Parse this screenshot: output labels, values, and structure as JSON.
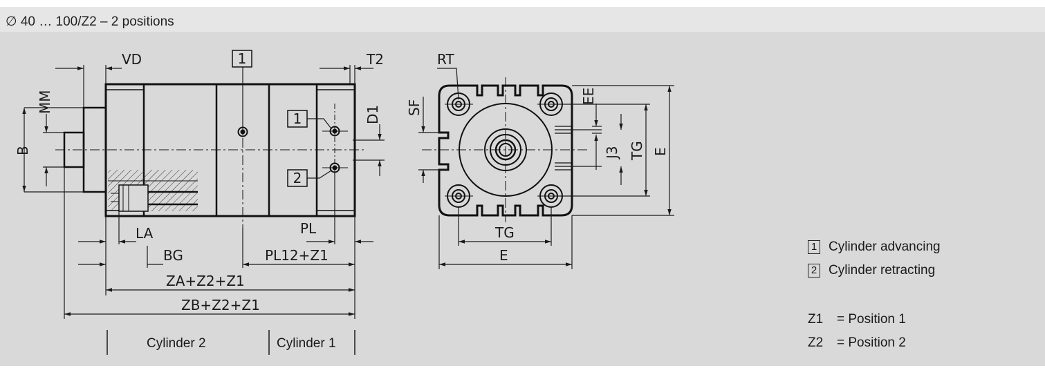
{
  "header": {
    "title": "∅ 40 … 100/Z2 – 2 positions"
  },
  "dimensions": {
    "vd": "VD",
    "mm": "MM",
    "b": "B",
    "t2": "T2",
    "d1": "D1",
    "la": "LA",
    "bg": "BG",
    "pl": "PL",
    "pl12": "PL12+Z1",
    "za": "ZA+Z2+Z1",
    "zb": "ZB+Z2+Z1",
    "rt": "RT",
    "sf": "SF",
    "ee": "EE",
    "j3": "J3",
    "tg": "TG",
    "e": "E"
  },
  "callouts": {
    "one": "1",
    "two": "2"
  },
  "captions": {
    "cyl2": "Cylinder 2",
    "cyl1": "Cylinder 1"
  },
  "legend": {
    "items": [
      {
        "num": "1",
        "text": "Cylinder advancing"
      },
      {
        "num": "2",
        "text": "Cylinder retracting"
      }
    ],
    "notes": [
      {
        "key": "Z1",
        "text": "= Position 1"
      },
      {
        "key": "Z2",
        "text": "= Position 2"
      }
    ]
  }
}
